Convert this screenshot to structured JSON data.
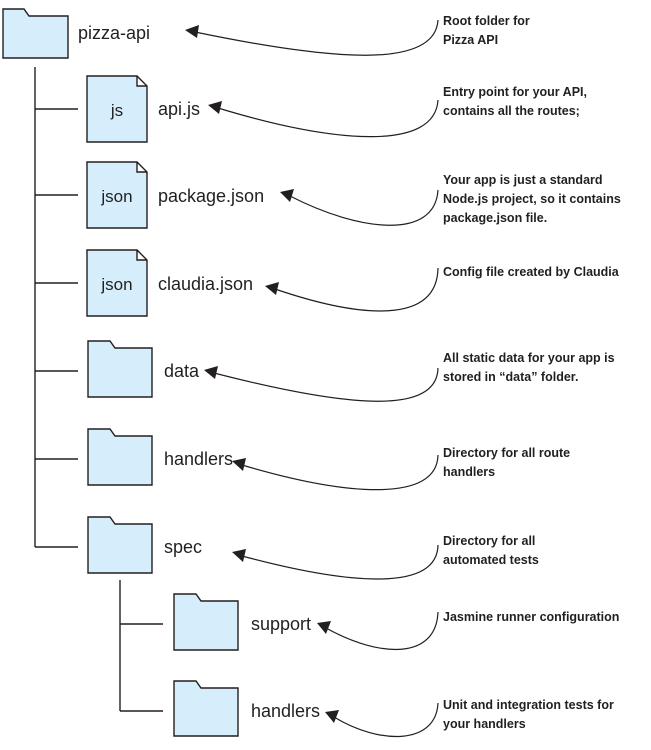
{
  "tree": {
    "root": {
      "label": "pizza-api",
      "note": [
        "Root folder for",
        "Pizza API"
      ]
    },
    "items": [
      {
        "label": "api.js",
        "icon": "file-icon",
        "tag": "js",
        "note": [
          "Entry point for your API,",
          "contains all the routes;"
        ]
      },
      {
        "label": "package.json",
        "icon": "file-icon",
        "tag": "json",
        "note": [
          "Your app is just a standard",
          "Node.js project, so it contains",
          "package.json file."
        ]
      },
      {
        "label": "claudia.json",
        "icon": "file-icon",
        "tag": "json",
        "note": [
          "Config file created by Claudia"
        ]
      },
      {
        "label": "data",
        "icon": "folder-icon",
        "note": [
          "All static data for your app is",
          "stored in “data” folder."
        ]
      },
      {
        "label": "handlers",
        "icon": "folder-icon",
        "note": [
          "Directory for all route",
          "handlers"
        ]
      },
      {
        "label": "spec",
        "icon": "folder-icon",
        "note": [
          "Directory for all",
          "automated tests"
        ]
      }
    ],
    "spec_children": [
      {
        "label": "support",
        "icon": "folder-icon",
        "note": [
          "Jasmine runner configuration"
        ]
      },
      {
        "label": "handlers",
        "icon": "folder-icon",
        "note": [
          "Unit and integration tests for",
          "your handlers"
        ]
      }
    ]
  },
  "colors": {
    "icon_fill": "#d6eefb",
    "stroke": "#231f20",
    "text": "#231f20"
  }
}
